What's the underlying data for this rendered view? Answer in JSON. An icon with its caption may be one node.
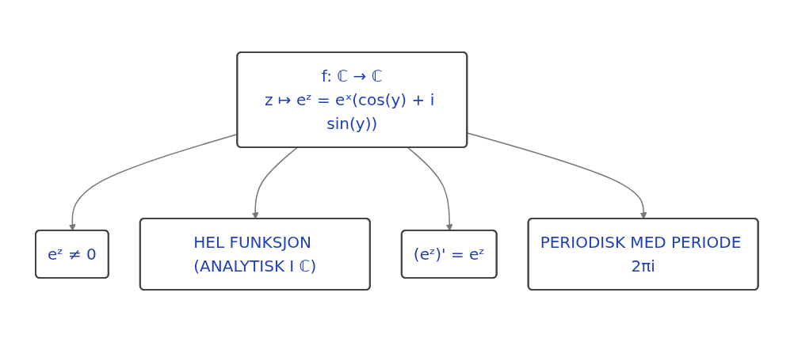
{
  "diagram": {
    "nodes": [
      {
        "text": [
          "f: ℂ → ℂ",
          "z ↦ eᶻ = eˣ(cos(y) + i sin(y))"
        ]
      },
      {
        "text": [
          "eᶻ ≠ 0"
        ]
      },
      {
        "text": [
          "HEL FUNKSJON (ANALYTISK I ℂ)"
        ]
      },
      {
        "text": [
          "(eᶻ)' = eᶻ"
        ]
      },
      {
        "text": [
          "PERIODISK MED PERIODE 2πi"
        ]
      }
    ],
    "edges": [
      {
        "from": 0,
        "to": 1,
        "arrow": "to"
      },
      {
        "from": 0,
        "to": 2,
        "arrow": "to"
      },
      {
        "from": 0,
        "to": 3,
        "arrow": "to"
      },
      {
        "from": 0,
        "to": 4,
        "arrow": "to"
      }
    ]
  }
}
